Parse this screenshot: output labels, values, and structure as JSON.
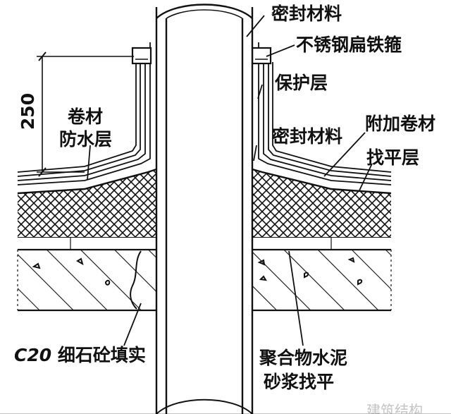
{
  "labels": {
    "sealant_top": "密封材料",
    "steel_hoop": "不锈钢扁铁箍",
    "protective_layer": "保护层",
    "membrane_line1": "卷材",
    "membrane_line2": "防水层",
    "sealant_bottom": "密封材料",
    "additional_membrane": "附加卷材",
    "leveling_layer": "找平层",
    "fill_grade": "C20",
    "fill_text": "细石砼填实",
    "mortar_line1": "聚合物水泥",
    "mortar_line2": "砂浆找平"
  },
  "dimension": {
    "value": "250"
  },
  "watermark": {
    "text": "建筑结构"
  },
  "colors": {
    "ink": "#111111",
    "background": "#ffffff",
    "watermark": "#c4c4c4"
  }
}
